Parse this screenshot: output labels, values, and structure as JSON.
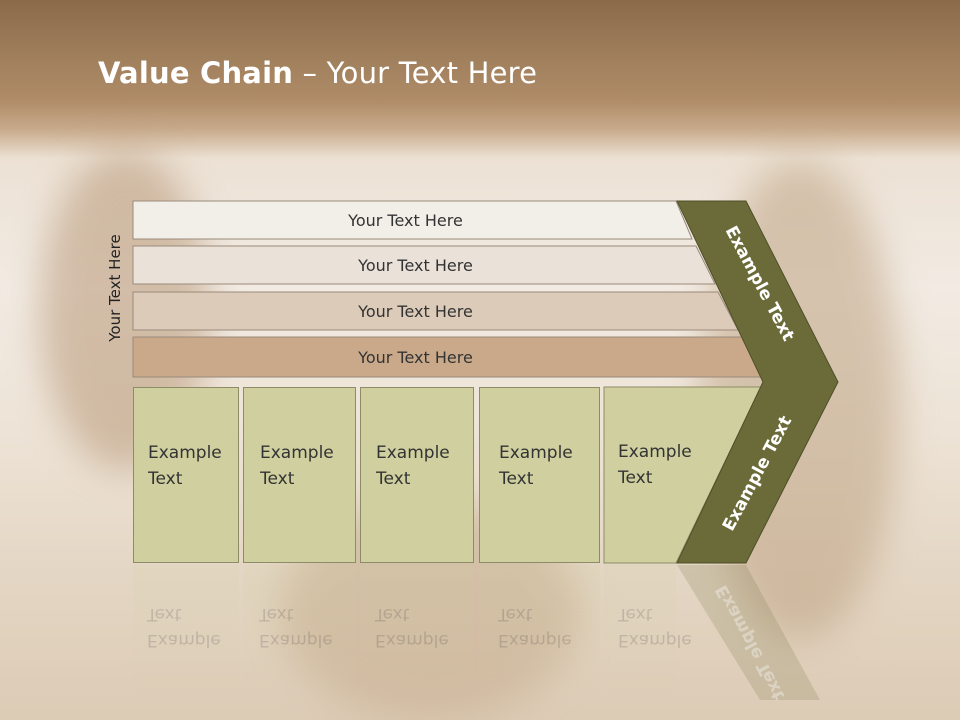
{
  "slide": {
    "title_bold": "Value Chain",
    "title_rest": " – Your Text Here",
    "side_label": "Your Text Here"
  },
  "bars": [
    {
      "label": "Your Text Here"
    },
    {
      "label": "Your Text Here"
    },
    {
      "label": "Your Text Here"
    },
    {
      "label": "Your Text Here"
    }
  ],
  "boxes": [
    {
      "label": "Example Text"
    },
    {
      "label": "Example Text"
    },
    {
      "label": "Example Text"
    },
    {
      "label": "Example Text"
    },
    {
      "label": "Example Text"
    }
  ],
  "chevron": {
    "upper_label": "Example Text",
    "lower_label": "Example Text"
  },
  "colors": {
    "chevron": "#6b6b3a",
    "box": "#cfcf9f",
    "bar1": "#f2efe9",
    "bar2": "#eae1d8",
    "bar3": "#dccbb8",
    "bar4": "#c9a98a"
  }
}
